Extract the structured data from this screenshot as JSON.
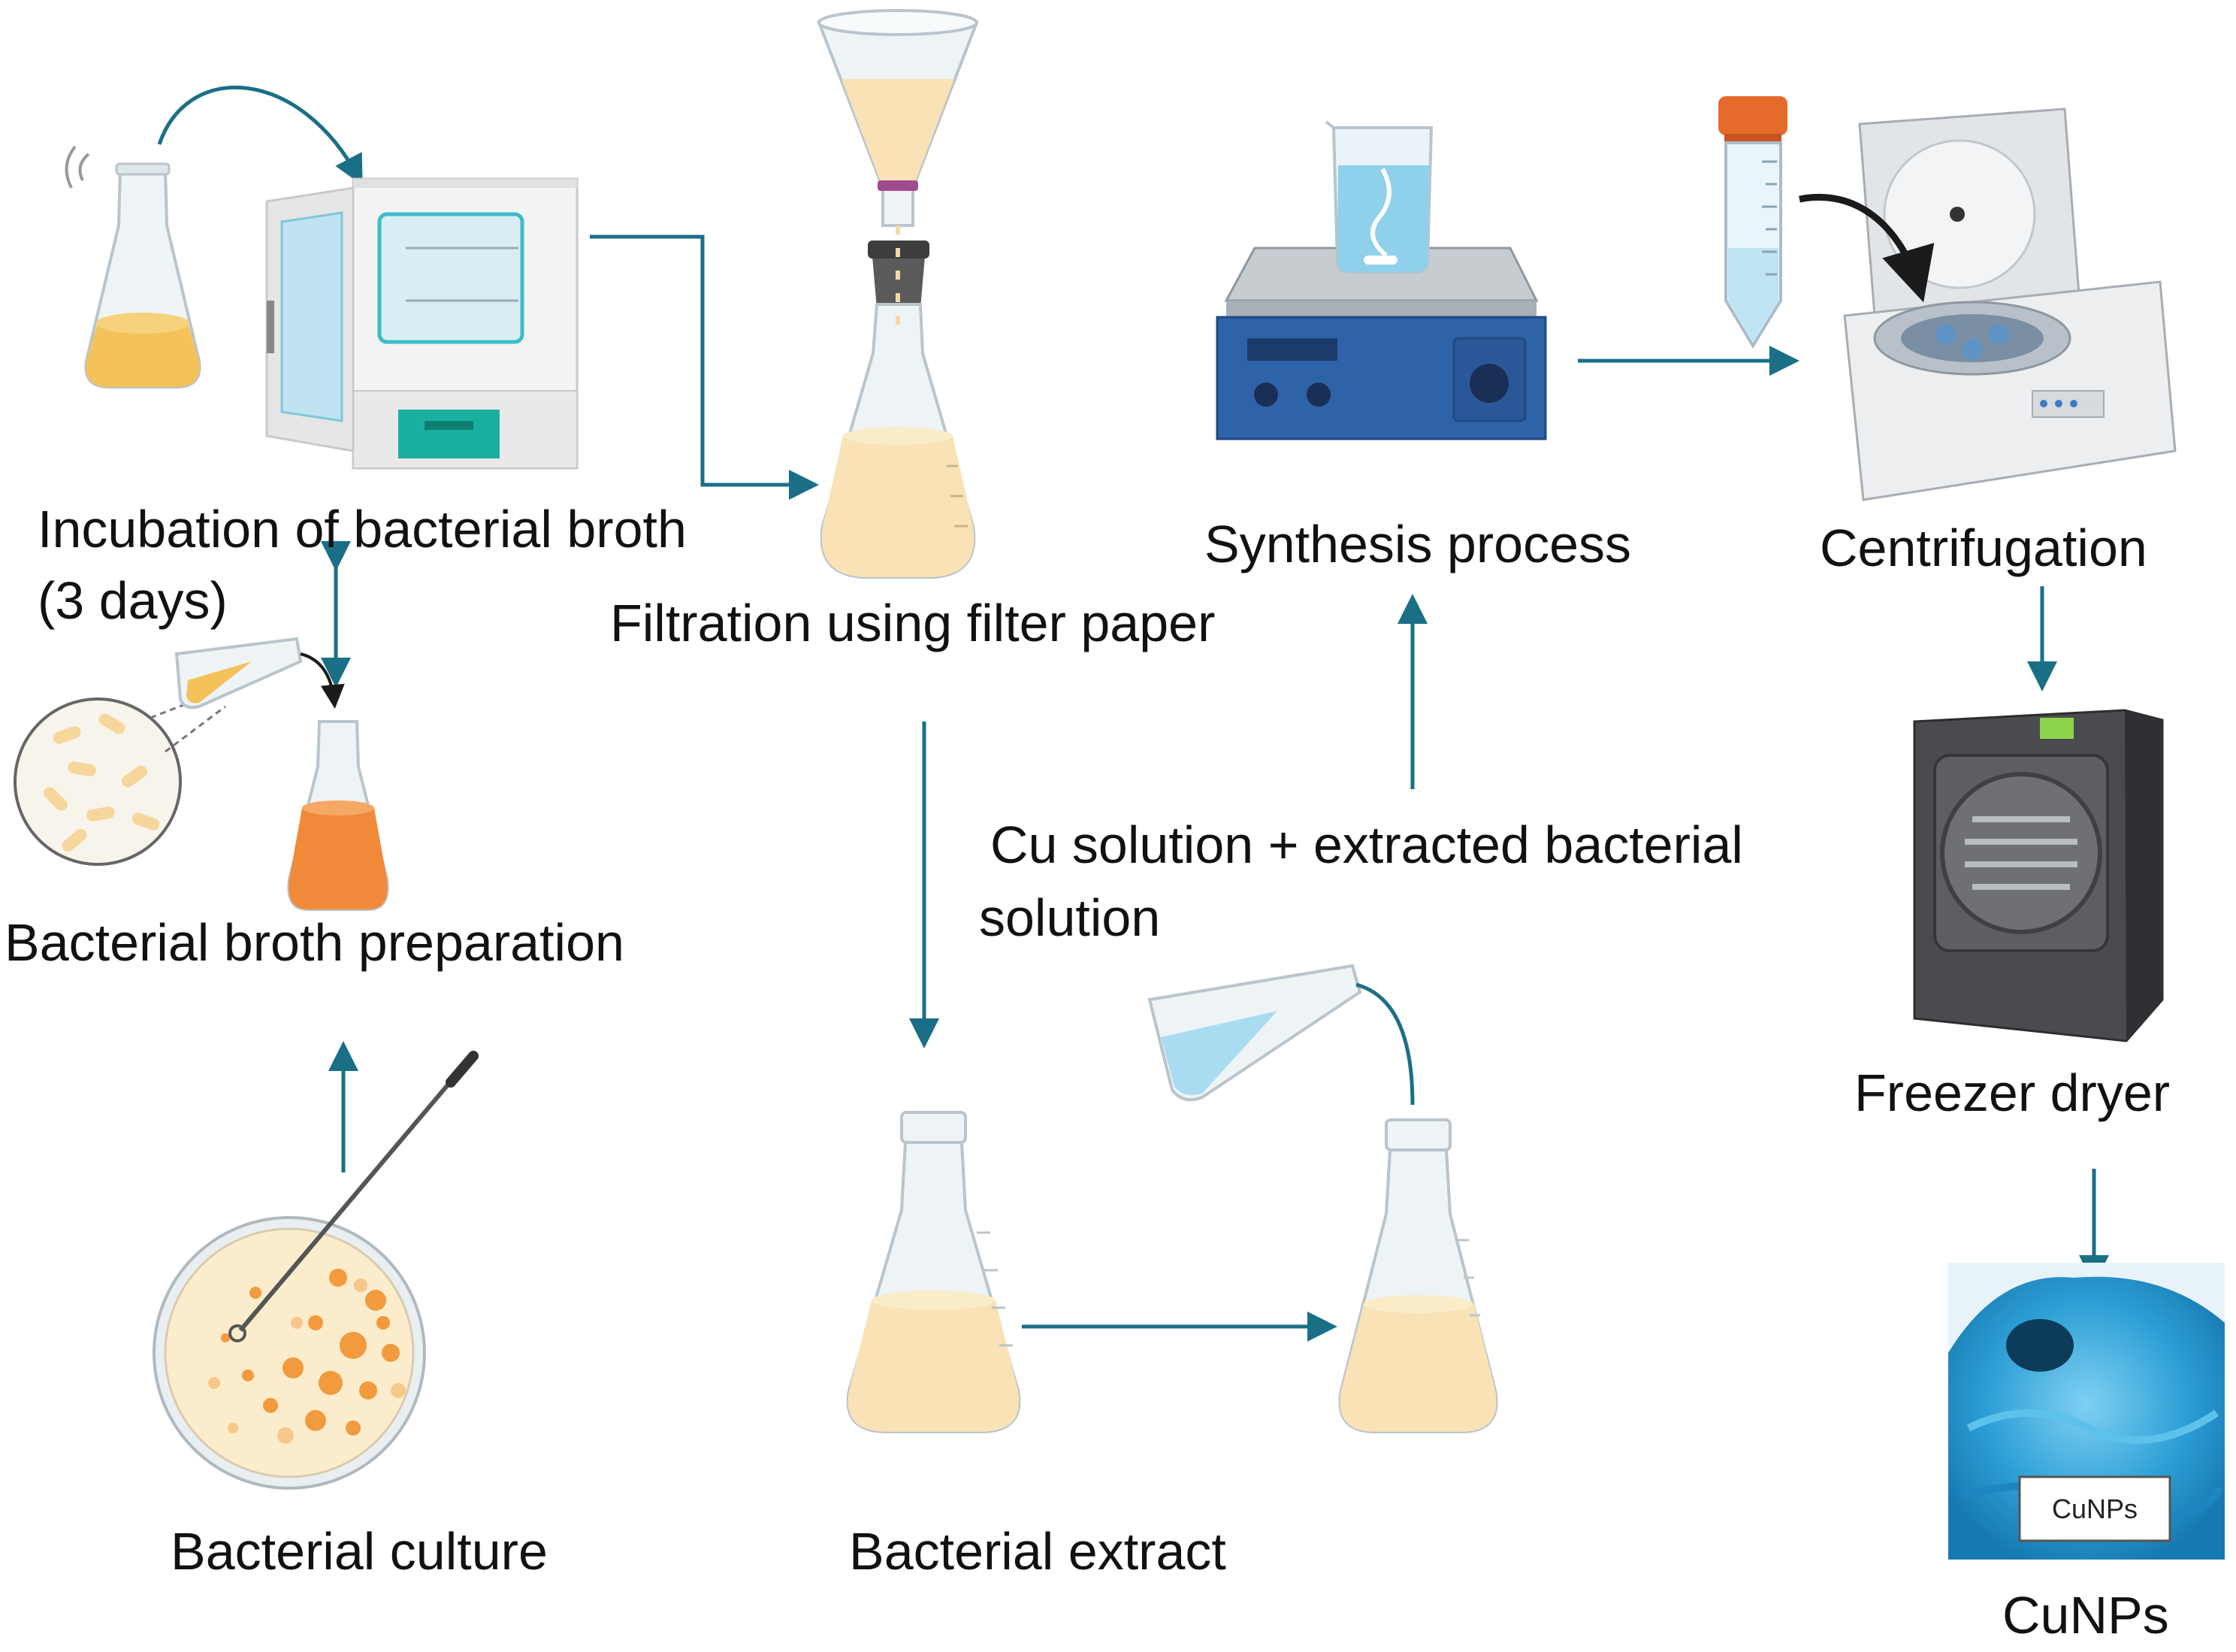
{
  "steps": {
    "incubation": {
      "line1": "Incubation of bacterial broth",
      "line2": "(3 days)"
    },
    "filtration": "Filtration using filter paper",
    "synthesis": "Synthesis process",
    "centrifugation": "Centrifugation",
    "broth_preparation": "Bacterial broth preparation",
    "mixing": {
      "line1": "Cu solution + extracted bacterial",
      "line2": "solution"
    },
    "freezer_dryer": "Freezer dryer",
    "culture": "Bacterial culture",
    "extract": "Bacterial extract",
    "product": "CuNPs"
  },
  "product_tag": "CuNPs",
  "colors": {
    "arrow": "#1a6f86",
    "broth": "#f4c25a",
    "extract": "#f8e2b6",
    "orange_broth": "#f08a3a",
    "stirrer": "#2f63a8",
    "copper_powder": "#2d9fd6"
  }
}
